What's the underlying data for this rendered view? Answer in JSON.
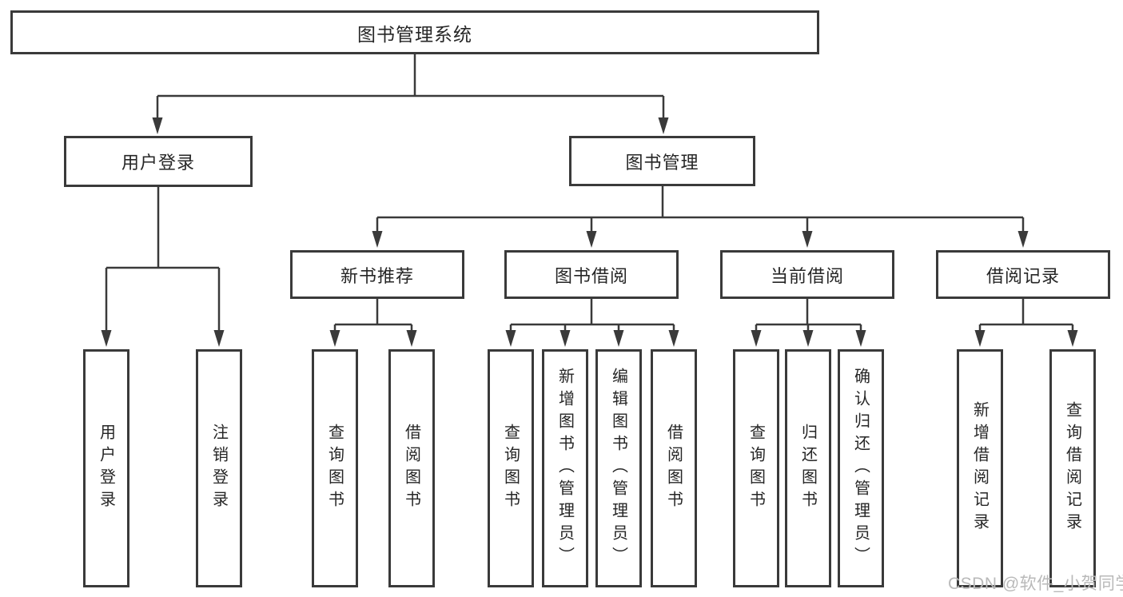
{
  "nodes": {
    "root": "图书管理系统",
    "user_login": "用户登录",
    "book_management": "图书管理",
    "new_book_recommend": "新书推荐",
    "book_borrowing": "图书借阅",
    "current_borrowing": "当前借阅",
    "borrowing_records": "借阅记录",
    "leaf_user_login": "用户登录",
    "leaf_logout_login": "注销登录",
    "leaf_recommend_query_book": "查询图书",
    "leaf_recommend_borrow_book": "借阅图书",
    "leaf_borrowing_query_book": "查询图书",
    "leaf_borrowing_add_book_admin": "新增图书（管理员）",
    "leaf_borrowing_edit_book_admin": "编辑图书（管理员）",
    "leaf_borrowing_borrow_book": "借阅图书",
    "leaf_current_query_book": "查询图书",
    "leaf_current_return_book": "归还图书",
    "leaf_current_confirm_return_admin": "确认归还（管理员）",
    "leaf_records_add_record": "新增借阅记录",
    "leaf_records_query_record": "查询借阅记录"
  },
  "watermark": "CSDN @软件_小贺同学",
  "colors": {
    "line": "#3a3a3a",
    "border": "#3a3a3a",
    "text": "#262626",
    "watermark": "#b9b9b9",
    "background": "#ffffff"
  }
}
